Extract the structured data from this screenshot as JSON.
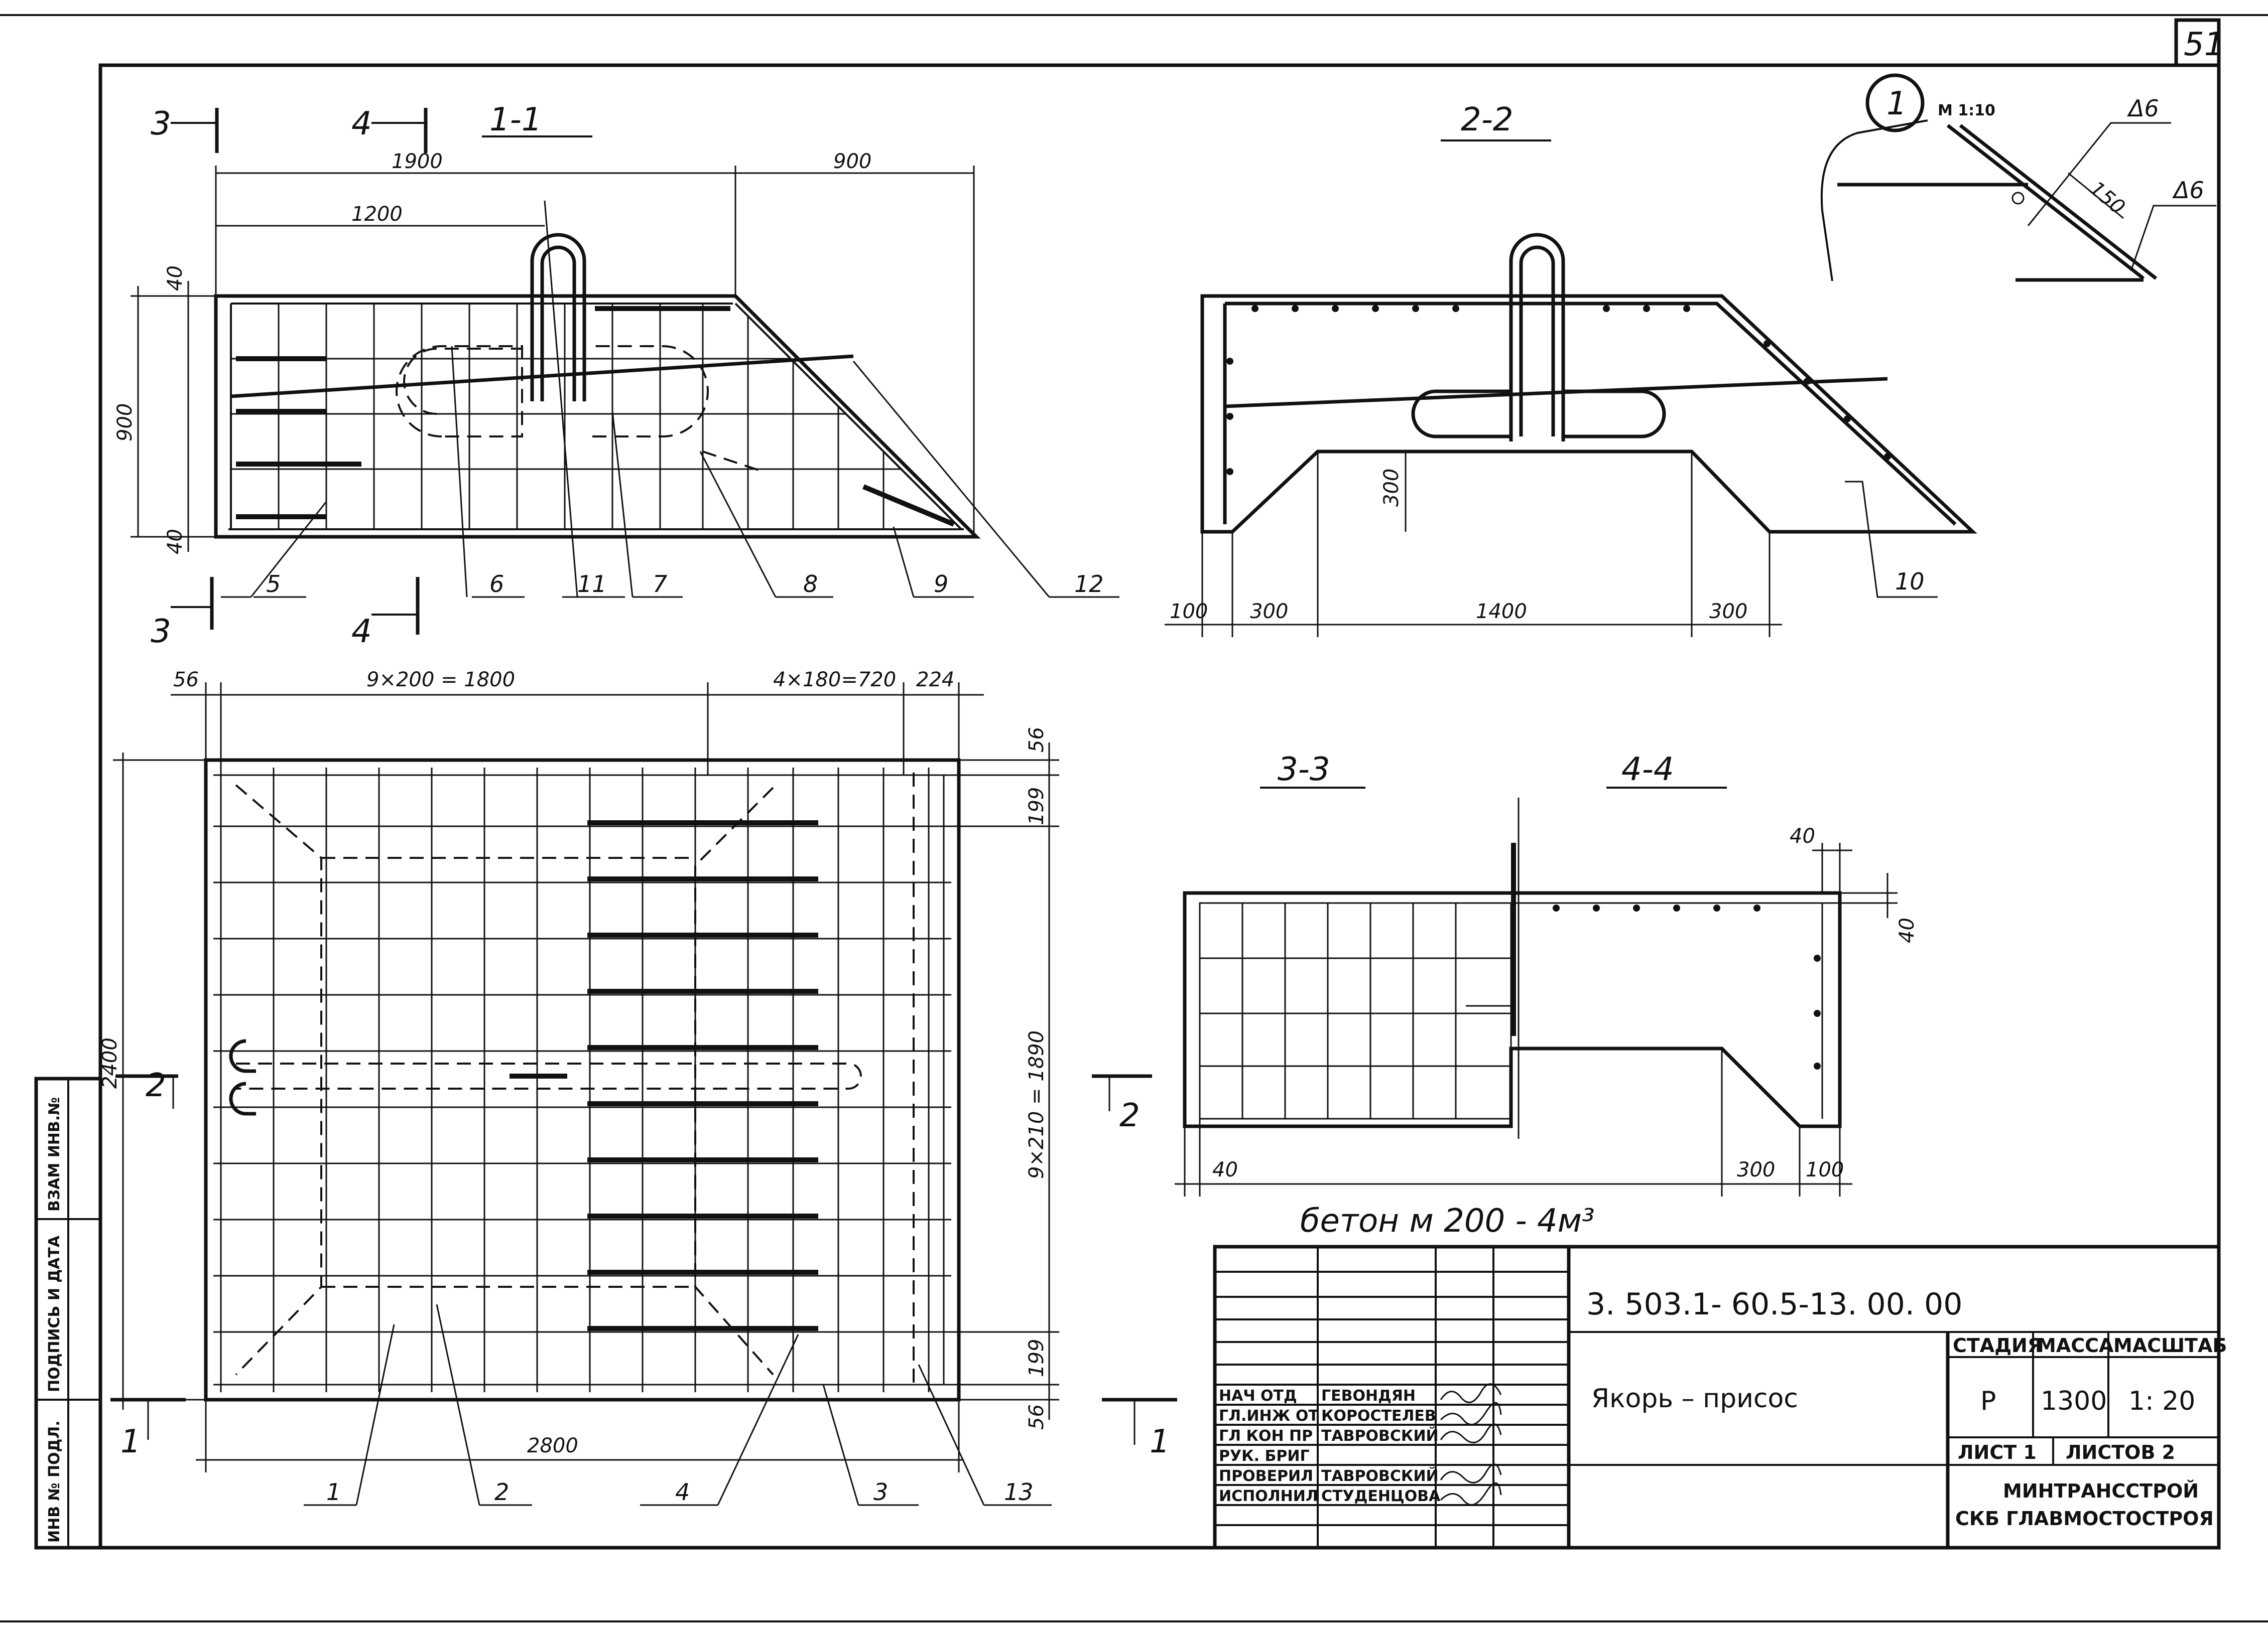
{
  "sheet": {
    "number": "51"
  },
  "section_titles": [
    "1-1",
    "2-2",
    "3-3",
    "4-4"
  ],
  "section_marks": {
    "three": "3",
    "four": "4",
    "two": "2",
    "one": "1"
  },
  "detail": {
    "number": "1",
    "scale": "M 1:10",
    "thk_top": "Δ6",
    "thk_bot": "Δ6",
    "dim": "150"
  },
  "dims": {
    "s1": {
      "total1900": "1900",
      "right900": "900",
      "d1200": "1200",
      "h900": "900",
      "h40a": "40",
      "h40b": "40"
    },
    "s2": {
      "d100": "100",
      "d300a": "300",
      "d1400": "1400",
      "d300b": "300",
      "h300": "300"
    },
    "plan": {
      "d56": "56",
      "d1800": "9×200 = 1800",
      "d720": "4×180=720",
      "d224": "224",
      "d2800": "2800",
      "h2400": "2400",
      "h1890": "9×210 = 1890",
      "r56a": "56",
      "r199a": "199",
      "r199b": "199",
      "r56b": "56"
    },
    "s3": {
      "d40": "40",
      "d300": "300",
      "d100": "100",
      "top40": "40",
      "side40": "40"
    }
  },
  "callouts": {
    "s1": [
      "5",
      "6",
      "11",
      "7",
      "8",
      "9",
      "12"
    ],
    "s2": [
      "10"
    ],
    "plan": [
      "1",
      "2",
      "4",
      "3",
      "13"
    ]
  },
  "concrete_note": "бетон  м 200  -  4м³",
  "title_block": {
    "code": "3. 503.1- 60.5-13. 00. 00",
    "title": "Якорь – присос",
    "stage_h": "СТАДИЯ",
    "mass_h": "МАССА",
    "scale_h": "МАСШТАБ",
    "stage": "Р",
    "mass": "1300",
    "scale": "1: 20",
    "sheet_label": "ЛИСТ 1",
    "sheets_label": "ЛИСТОВ 2",
    "org1": "МИНТРАНССТРОЙ",
    "org2": "СКБ ГЛАВМОСТОСТРОЯ",
    "roles": [
      "НАЧ ОТД",
      "ГЛ.ИНЖ ОТ",
      "ГЛ КОН ПР",
      "РУК. БРИГ",
      "ПРОВЕРИЛ",
      "ИСПОЛНИЛ"
    ],
    "names": [
      "ГЕВОНДЯН",
      "КОРОСТЕЛЕВ",
      "ТАВРОВСКИЙ",
      "",
      "ТАВРОВСКИЙ",
      "СТУДЕНЦОВА"
    ]
  },
  "side_stamp": {
    "inv_no": "ИНВ № ПОДЛ.",
    "sign_date": "ПОДПИСЬ И ДАТА",
    "vzam": "ВЗАМ ИНВ.№"
  }
}
